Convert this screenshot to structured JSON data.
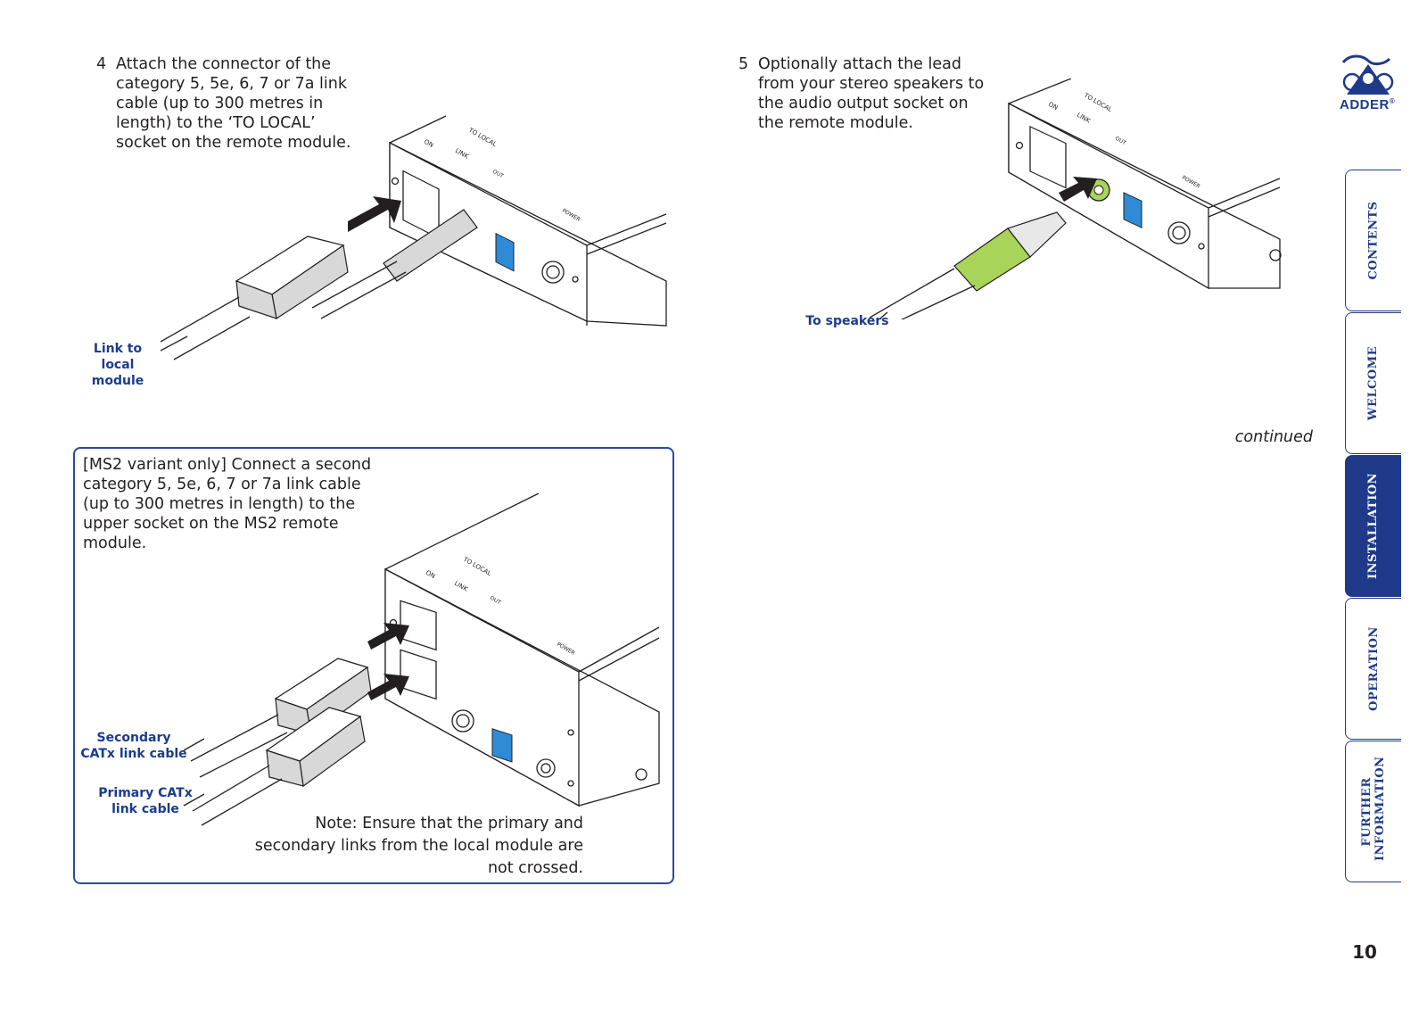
{
  "steps": {
    "step4": {
      "number": "4",
      "text": "Attach the connector of the category 5, 5e, 6, 7 or 7a link cable (up to 300 metres in length) to the ‘TO LOCAL’ socket on the remote module."
    },
    "step5": {
      "number": "5",
      "text": "Optionally attach the lead from your stereo speakers to the audio output socket on the remote module."
    }
  },
  "callouts": {
    "link_to_local": "Link to local module",
    "to_speakers": "To speakers",
    "secondary": "Secondary CATx link cable",
    "primary": "Primary CATx link cable"
  },
  "device_labels": {
    "on": "ON",
    "to_local": "TO LOCAL",
    "link": "LINK",
    "out": "OUT",
    "power": "POWER"
  },
  "ms2_box": {
    "text": "[MS2 variant only] Connect a second category 5, 5e, 6, 7 or 7a link cable (up to 300 metres in length) to the upper socket on the MS2 remote module.",
    "note": "Note: Ensure that the primary and secondary links from the local module are not crossed."
  },
  "continued": "continued",
  "brand": {
    "name": "ADDER",
    "registered": "®",
    "color": "#1f3a8a"
  },
  "nav_tabs": [
    {
      "label": "CONTENTS",
      "active": false
    },
    {
      "label": "WELCOME",
      "active": false
    },
    {
      "label": "INSTALLATION",
      "active": true
    },
    {
      "label": "OPERATION",
      "active": false
    },
    {
      "label": "FURTHER INFORMATION",
      "active": false
    }
  ],
  "page_number": "10",
  "colors": {
    "accent": "#1f3a8a",
    "jack_green": "#a8d45a",
    "switch_blue": "#2f8bd6"
  }
}
